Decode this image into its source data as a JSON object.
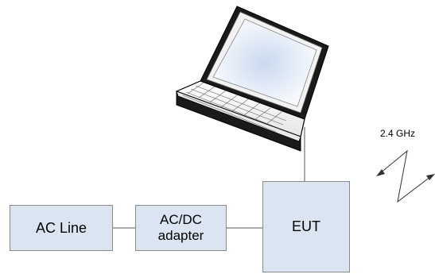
{
  "diagram": {
    "nodes": {
      "ac_line": "AC Line",
      "adapter": "AC/DC\nadapter",
      "eut": "EUT"
    },
    "wireless_label": "2.4 GHz",
    "laptop_icon": "laptop-icon",
    "wireless_icon": "lightning-arrow-icon",
    "colors": {
      "box_fill": "#dbe5f1",
      "box_border": "#8a8a8a",
      "line": "#555555"
    },
    "connections": [
      {
        "from": "ac_line",
        "to": "adapter"
      },
      {
        "from": "adapter",
        "to": "eut"
      },
      {
        "from": "laptop",
        "to": "eut"
      }
    ]
  }
}
